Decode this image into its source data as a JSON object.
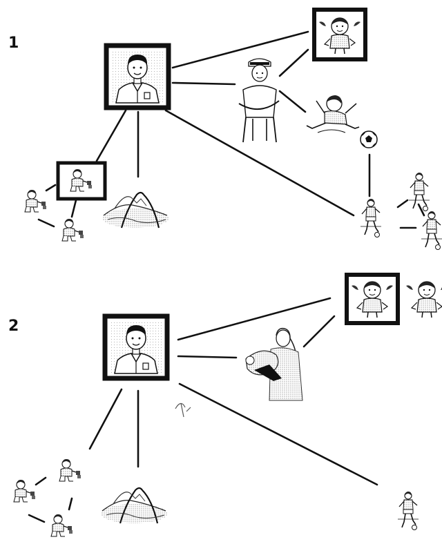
{
  "panels": [
    {
      "label": "1",
      "nodes": [
        {
          "id": "man",
          "icon": "man-portrait-icon"
        },
        {
          "id": "girl",
          "icon": "girl-portrait-icon"
        },
        {
          "id": "nurse",
          "icon": "nurse-icon"
        },
        {
          "id": "kicking-girl",
          "icon": "girl-kicking-ball-icon"
        },
        {
          "id": "football",
          "icon": "football-icon"
        },
        {
          "id": "footballers",
          "icon": "footballers-group-icon"
        },
        {
          "id": "framed-child",
          "icon": "child-playing-framed-icon"
        },
        {
          "id": "children-group",
          "icon": "children-playing-group-icon"
        },
        {
          "id": "landscape",
          "icon": "landscape-sketch-icon"
        }
      ]
    },
    {
      "label": "2",
      "nodes": [
        {
          "id": "man",
          "icon": "man-portrait-icon"
        },
        {
          "id": "girl",
          "icon": "girl-portrait-icon"
        },
        {
          "id": "girl-unframed",
          "icon": "girl-icon"
        },
        {
          "id": "woman-baby",
          "icon": "woman-holding-baby-icon"
        },
        {
          "id": "children-group",
          "icon": "children-playing-group-icon"
        },
        {
          "id": "landscape",
          "icon": "landscape-sketch-icon"
        },
        {
          "id": "footballer",
          "icon": "footballer-icon"
        }
      ]
    }
  ]
}
